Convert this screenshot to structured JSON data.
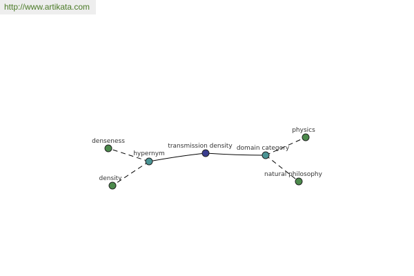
{
  "banner": {
    "url_text": "http://www.artikata.com"
  },
  "colors": {
    "center_node": "#3a3d8f",
    "relation_node": "#4a9494",
    "leaf_node": "#4c8a4c",
    "url_text": "#4a7a26",
    "banner_bg": "#eeeeee"
  },
  "graph": {
    "center": {
      "label": "transmission density",
      "kind": "center"
    },
    "relations": [
      {
        "label": "hypernym",
        "kind": "relation"
      },
      {
        "label": "domain category",
        "kind": "relation"
      }
    ],
    "leaves": [
      {
        "label": "denseness",
        "kind": "leaf",
        "parent": "hypernym"
      },
      {
        "label": "density",
        "kind": "leaf",
        "parent": "hypernym"
      },
      {
        "label": "physics",
        "kind": "leaf",
        "parent": "domain category"
      },
      {
        "label": "natural philosophy",
        "kind": "leaf",
        "parent": "domain category"
      }
    ]
  }
}
